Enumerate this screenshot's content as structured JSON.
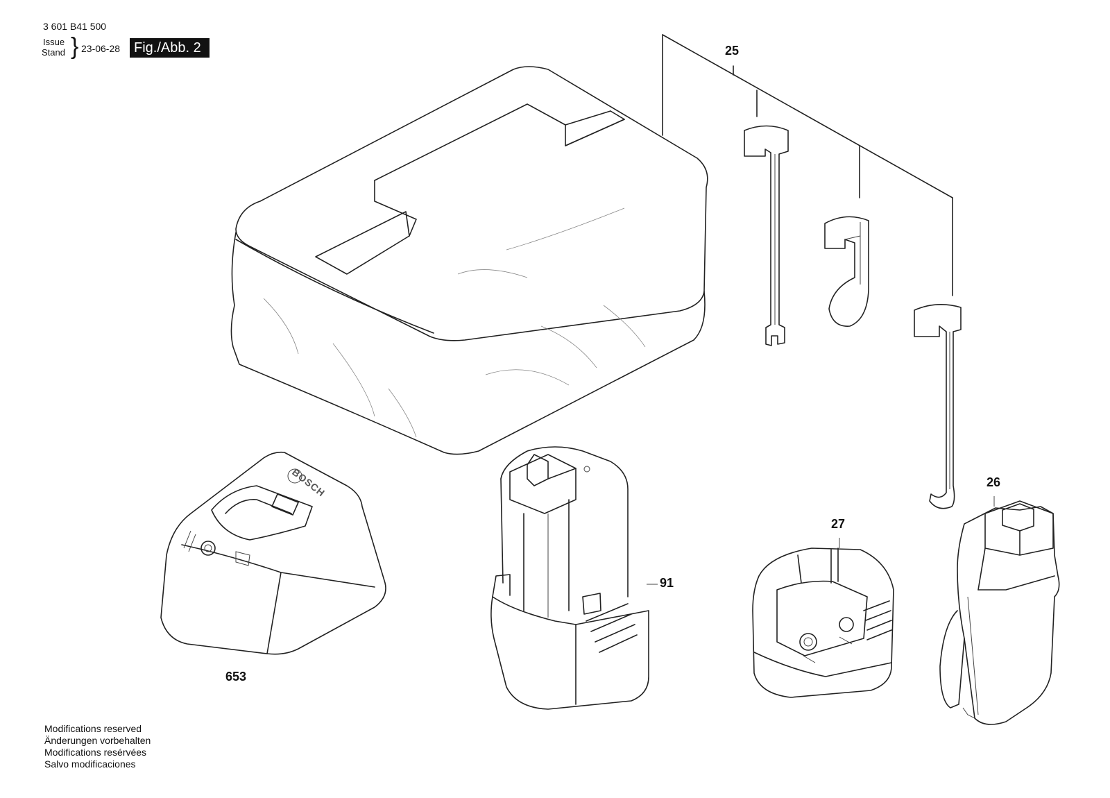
{
  "header": {
    "part_number": "3 601 B41 500",
    "issue_label": "Issue",
    "stand_label": "Stand",
    "issue_date": "23-06-28",
    "figure_label": "Fig./Abb. 2"
  },
  "callouts": {
    "c25": "25",
    "c26": "26",
    "c27": "27",
    "c91": "91",
    "c653": "653"
  },
  "charger_logo_text": "BOSCH",
  "notes": [
    "Modifications reserved",
    "Änderungen vorbehalten",
    "Modifications resérvées",
    "Salvo modificaciones"
  ]
}
